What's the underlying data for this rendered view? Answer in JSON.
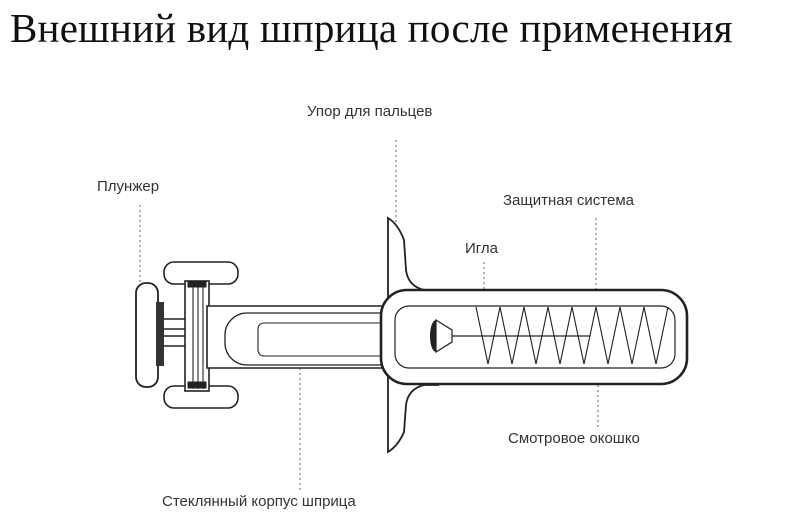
{
  "title": "Внешний вид шприца после применения",
  "labels": {
    "finger_flange": "Упор для пальцев",
    "plunger": "Плунжер",
    "safety_system": "Защитная система",
    "needle": "Игла",
    "viewing_window": "Смотровое окошко",
    "glass_barrel": "Стеклянный корпус шприца"
  }
}
